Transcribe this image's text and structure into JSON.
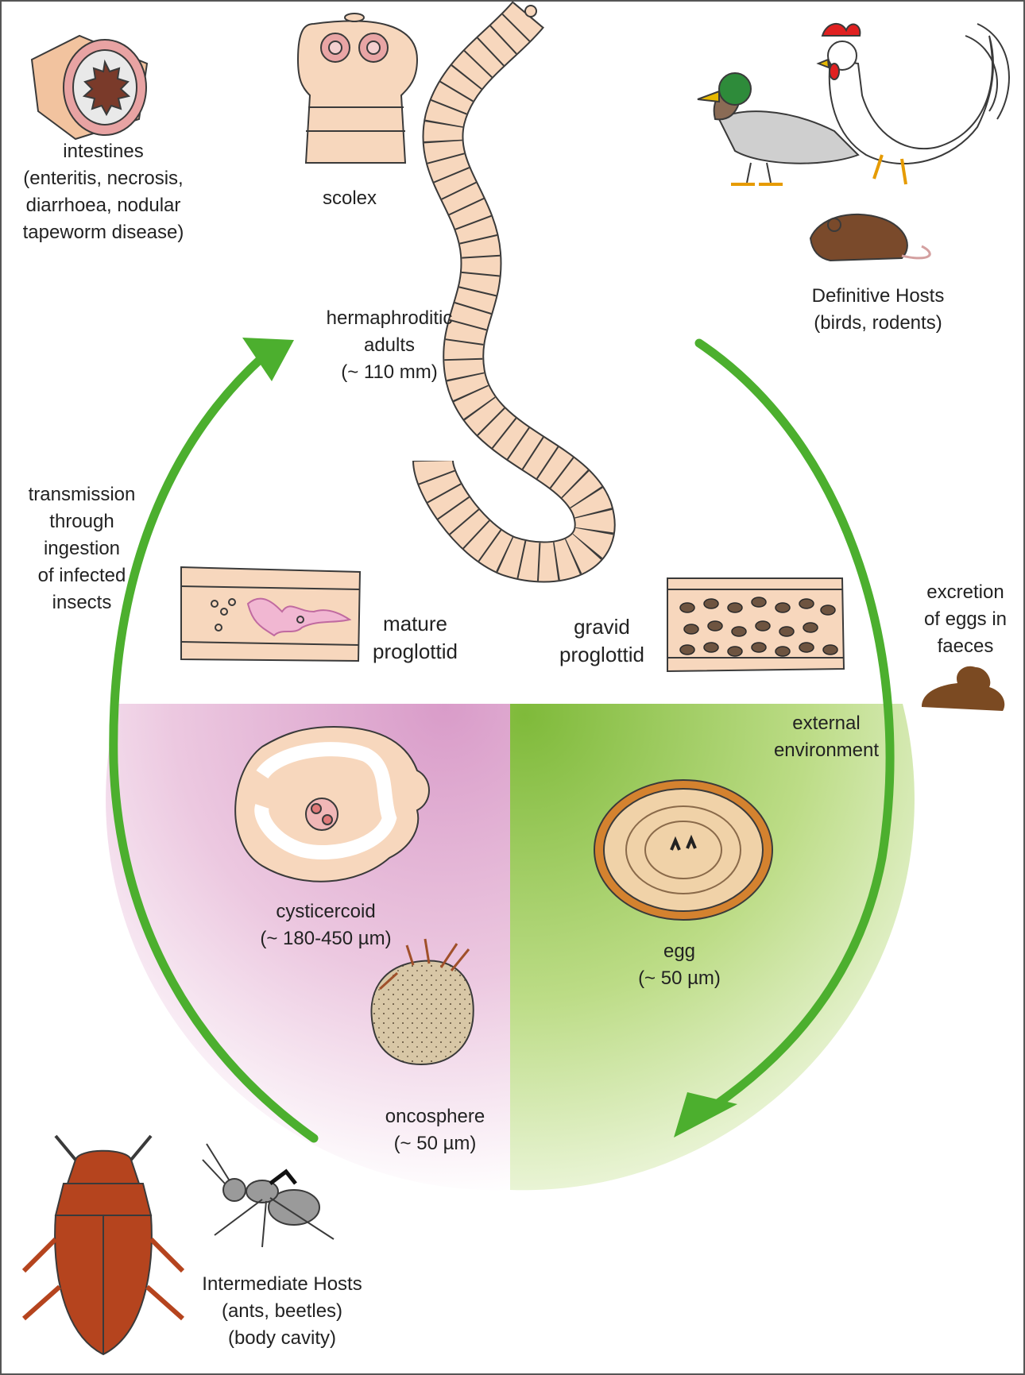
{
  "colors": {
    "arrow": "#4caf2e",
    "body": "#f7d7bd",
    "outline": "#3a3a3a",
    "intermediate_zone": "#d99cc9",
    "environment_zone": "#8dc23f",
    "egg_shell": "#d4822f",
    "beetle": "#b5441e",
    "rodent": "#7a4a2b",
    "faeces": "#7b4a22"
  },
  "labels": {
    "intestines": [
      "intestines",
      "(enteritis, necrosis,",
      "diarrhoea, nodular",
      "tapeworm disease)"
    ],
    "scolex": [
      "scolex"
    ],
    "adults": [
      "hermaphroditic",
      "adults",
      "(~  110 mm)"
    ],
    "definitive": [
      "Definitive Hosts",
      "(birds, rodents)"
    ],
    "transmission": [
      "transmission",
      "through",
      "ingestion",
      "of infected",
      "insects"
    ],
    "mature": [
      "mature",
      "proglottid"
    ],
    "gravid": [
      "gravid",
      "proglottid"
    ],
    "excretion": [
      "excretion",
      "of eggs in",
      "faeces"
    ],
    "external": [
      "external",
      "environment"
    ],
    "cysticercoid": [
      "cysticercoid",
      "(~ 180-450 µm)"
    ],
    "egg": [
      "egg",
      "(~ 50 µm)"
    ],
    "oncosphere": [
      "oncosphere",
      "(~ 50 µm)"
    ],
    "intermediate": [
      "Intermediate Hosts",
      "(ants, beetles)",
      "(body cavity)"
    ]
  },
  "icons": [
    "intestine-cross-section-icon",
    "scolex-icon",
    "tapeworm-icon",
    "duck-icon",
    "rooster-icon",
    "rat-icon",
    "mature-proglottid-icon",
    "gravid-proglottid-icon",
    "faeces-icon",
    "cysticercoid-icon",
    "egg-icon",
    "oncosphere-icon",
    "beetle-icon",
    "ant-icon",
    "cycle-arrow-icon"
  ]
}
